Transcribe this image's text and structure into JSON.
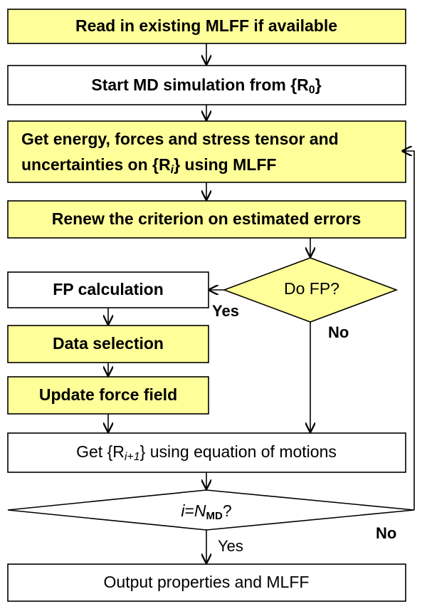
{
  "colors": {
    "highlight": "#ffff99",
    "plain": "#ffffff",
    "stroke": "#000000"
  },
  "steps": {
    "read": "Read in existing MLFF if available",
    "start": {
      "text": "Start MD simulation from {R",
      "sub": "0",
      "end": "}"
    },
    "get_energy_line1": "Get energy, forces  and stress tensor and",
    "get_energy_line2": {
      "text": "uncertainties on {R",
      "sub": "i",
      "end": "} using MLFF"
    },
    "renew": "Renew the criterion on estimated errors",
    "do_fp": "Do FP?",
    "fp_calc": "FP calculation",
    "data_sel": "Data selection",
    "update": "Update force field",
    "get_next": {
      "text": "Get {R",
      "sub": "i+1",
      "end": "} using equation of motions"
    },
    "loop_check": {
      "var": "i",
      "eq": "=",
      "n": "N",
      "sub": "MD",
      "end": "?"
    },
    "output": "Output properties and MLFF"
  },
  "edges": {
    "fp_yes": "Yes",
    "fp_no": "No",
    "loop_no": "No",
    "loop_yes": "Yes"
  }
}
